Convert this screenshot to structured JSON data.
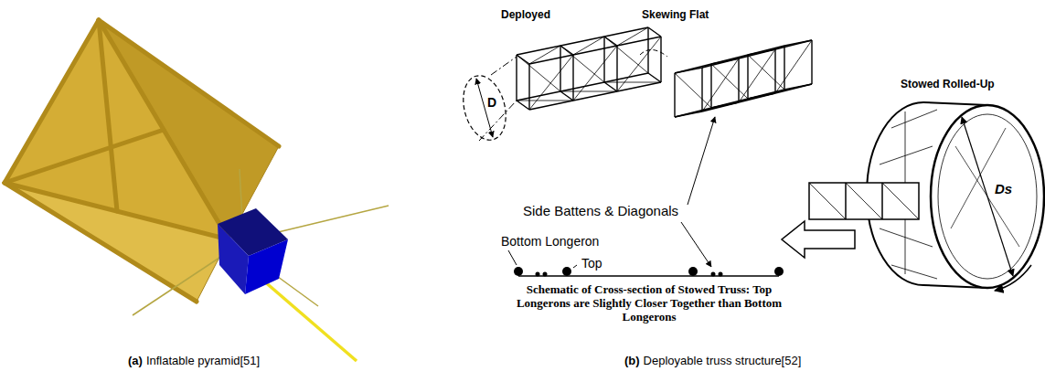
{
  "diagram": {
    "labels": [
      "Deployed",
      "Skewing Flat",
      "Stowed Rolled-Up",
      "D",
      "Ds",
      "Side Battens & Diagonals",
      "Bottom Longeron",
      "Top",
      "Schematic of Cross-section of Stowed Truss: Top Longerons are Slightly Closer Together than Bottom Longerons",
      "(a)",
      "Inflatable pyramid[51]",
      "(b)",
      "Deployable truss structure[52]"
    ]
  }
}
